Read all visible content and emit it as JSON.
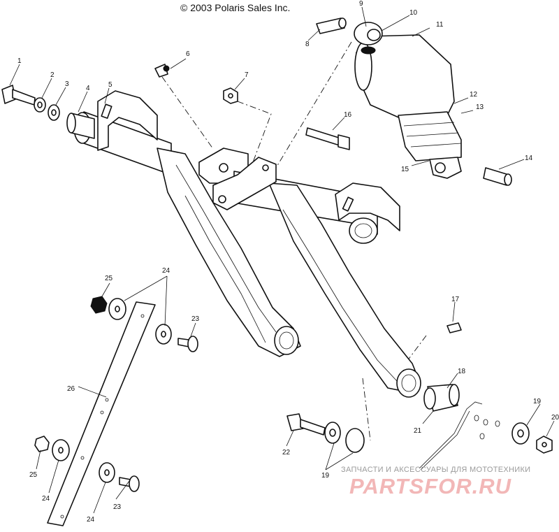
{
  "copyright": "© 2003 Polaris Sales Inc.",
  "watermark": {
    "tagline": "ЗАПЧАСТИ И АКСЕССУАРЫ ДЛЯ МОТОТЕХНИКИ",
    "logo": "PARTSFOR.RU"
  },
  "callouts": [
    {
      "id": "c1",
      "label": "1"
    },
    {
      "id": "c2",
      "label": "2"
    },
    {
      "id": "c3",
      "label": "3"
    },
    {
      "id": "c4",
      "label": "4"
    },
    {
      "id": "c5",
      "label": "5"
    },
    {
      "id": "c6",
      "label": "6"
    },
    {
      "id": "c7",
      "label": "7"
    },
    {
      "id": "c8",
      "label": "8"
    },
    {
      "id": "c9",
      "label": "9"
    },
    {
      "id": "c10",
      "label": "10"
    },
    {
      "id": "c11",
      "label": "11"
    },
    {
      "id": "c12",
      "label": "12"
    },
    {
      "id": "c13",
      "label": "13"
    },
    {
      "id": "c14",
      "label": "14"
    },
    {
      "id": "c15",
      "label": "15"
    },
    {
      "id": "c16",
      "label": "16"
    },
    {
      "id": "c17",
      "label": "17"
    },
    {
      "id": "c18",
      "label": "18"
    },
    {
      "id": "c19a",
      "label": "19"
    },
    {
      "id": "c19b",
      "label": "19"
    },
    {
      "id": "c20",
      "label": "20"
    },
    {
      "id": "c21",
      "label": "21"
    },
    {
      "id": "c22",
      "label": "22"
    },
    {
      "id": "c23a",
      "label": "23"
    },
    {
      "id": "c23b",
      "label": "23"
    },
    {
      "id": "c24a",
      "label": "24"
    },
    {
      "id": "c24b",
      "label": "24"
    },
    {
      "id": "c24c",
      "label": "24"
    },
    {
      "id": "c25a",
      "label": "25"
    },
    {
      "id": "c25b",
      "label": "25"
    },
    {
      "id": "c26",
      "label": "26"
    }
  ]
}
